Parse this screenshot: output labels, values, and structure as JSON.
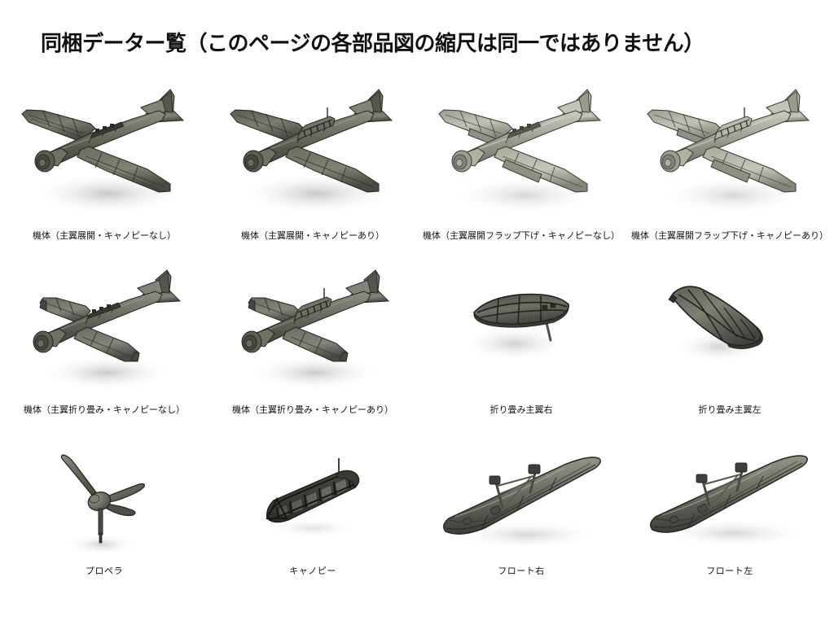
{
  "page": {
    "title": "同梱データー覧（このページの各部品図の縮尺は同一ではありません）",
    "background_color": "#ffffff",
    "text_color": "#111111"
  },
  "palette": {
    "body_dark": "#4f4f48",
    "body_mid": "#6e6e64",
    "body_light": "#9a9a8e",
    "body_highlight": "#c9c9be",
    "panel_line": "#2b2b28",
    "outline": "#23231f",
    "shadow": "#cfcfcf",
    "light_model_mid": "#a8a89c",
    "light_model_light": "#cfcfc4"
  },
  "rows": [
    {
      "id": "row-1",
      "items": [
        {
          "name": "airframe-wings-open-no-canopy",
          "label": "機体（主翼展開・キャノピーなし）",
          "model": "aircraft",
          "tone": "dark",
          "canopy": false,
          "wings": "open",
          "flaps": "up"
        },
        {
          "name": "airframe-wings-open-with-canopy",
          "label": "機体（主翼展開・キャノピーあり）",
          "model": "aircraft",
          "tone": "dark",
          "canopy": true,
          "wings": "open",
          "flaps": "up"
        },
        {
          "name": "airframe-wings-open-flaps-down-no-canopy",
          "label": "機体（主翼展開フラップ下げ・キャノピーなし）",
          "model": "aircraft",
          "tone": "light",
          "canopy": false,
          "wings": "open",
          "flaps": "down"
        },
        {
          "name": "airframe-wings-open-flaps-down-with-canopy",
          "label": "機体（主翼展開フラップ下げ・キャノピーあり）",
          "model": "aircraft",
          "tone": "light",
          "canopy": true,
          "wings": "open",
          "flaps": "down"
        }
      ]
    },
    {
      "id": "row-2",
      "items": [
        {
          "name": "airframe-wings-folded-no-canopy",
          "label": "機体（主翼折り畳み・キャノピーなし）",
          "model": "aircraft-folded",
          "tone": "dark",
          "canopy": false,
          "wings": "folded",
          "flaps": "up"
        },
        {
          "name": "airframe-wings-folded-with-canopy",
          "label": "機体（主翼折り畳み・キャノピーあり）",
          "model": "aircraft-folded",
          "tone": "dark",
          "canopy": true,
          "wings": "folded",
          "flaps": "up"
        },
        {
          "name": "folded-wing-right",
          "label": "折り畳み主翼右",
          "model": "wing-right",
          "tone": "dark"
        },
        {
          "name": "folded-wing-left",
          "label": "折り畳み主翼左",
          "model": "wing-left",
          "tone": "dark"
        }
      ]
    },
    {
      "id": "row-3",
      "items": [
        {
          "name": "propeller",
          "label": "プロペラ",
          "model": "propeller",
          "tone": "dark"
        },
        {
          "name": "canopy",
          "label": "キャノピー",
          "model": "canopy",
          "tone": "dark"
        },
        {
          "name": "float-right",
          "label": "フロート右",
          "model": "float-right",
          "tone": "dark"
        },
        {
          "name": "float-left",
          "label": "フロート左",
          "model": "float-left",
          "tone": "dark"
        }
      ]
    }
  ]
}
